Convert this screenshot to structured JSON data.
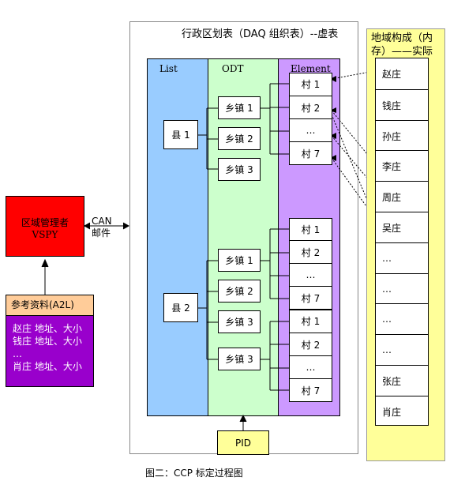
{
  "virtual_table": {
    "title": "行政区划表（DAQ 组织表）--虚表",
    "columns": {
      "list": "List",
      "odt": "ODT",
      "element": "Element"
    }
  },
  "counties": [
    "县 1",
    "县 2"
  ],
  "towns": [
    "乡镇 1",
    "乡镇 2",
    "乡镇 3",
    "乡镇 1",
    "乡镇 2",
    "乡镇 3",
    "乡镇 3"
  ],
  "villages": [
    "村 1",
    "村 2",
    "…",
    "村 7",
    "村 1",
    "村 2",
    "…",
    "村 7",
    "村 1",
    "村 2",
    "…",
    "村 7"
  ],
  "memory": {
    "title": "地域构成（内存）——实际",
    "items": [
      "赵庄",
      "钱庄",
      "孙庄",
      "李庄",
      "周庄",
      "吴庄",
      "…",
      "…",
      "…",
      "…",
      "张庄",
      "肖庄"
    ]
  },
  "manager": {
    "line1": "区域管理者",
    "line2": "VSPY"
  },
  "can": {
    "line1": "CAN",
    "line2": "邮件"
  },
  "reference": {
    "title": "参考资料(A2L)",
    "rows": [
      "赵庄  地址、大小",
      "钱庄  地址、大小",
      "…",
      "肖庄  地址、大小"
    ]
  },
  "pid": "PID",
  "caption": "图二：CCP 标定过程图",
  "colors": {
    "list_bg": "#99ccff",
    "odt_bg": "#ccffcc",
    "element_bg": "#cc99ff",
    "memory_bg": "#ffff99",
    "manager_bg": "#ff0000",
    "reference_title_bg": "#ffcc99",
    "reference_body_bg": "#9900cc",
    "pid_bg": "#ffff99"
  }
}
